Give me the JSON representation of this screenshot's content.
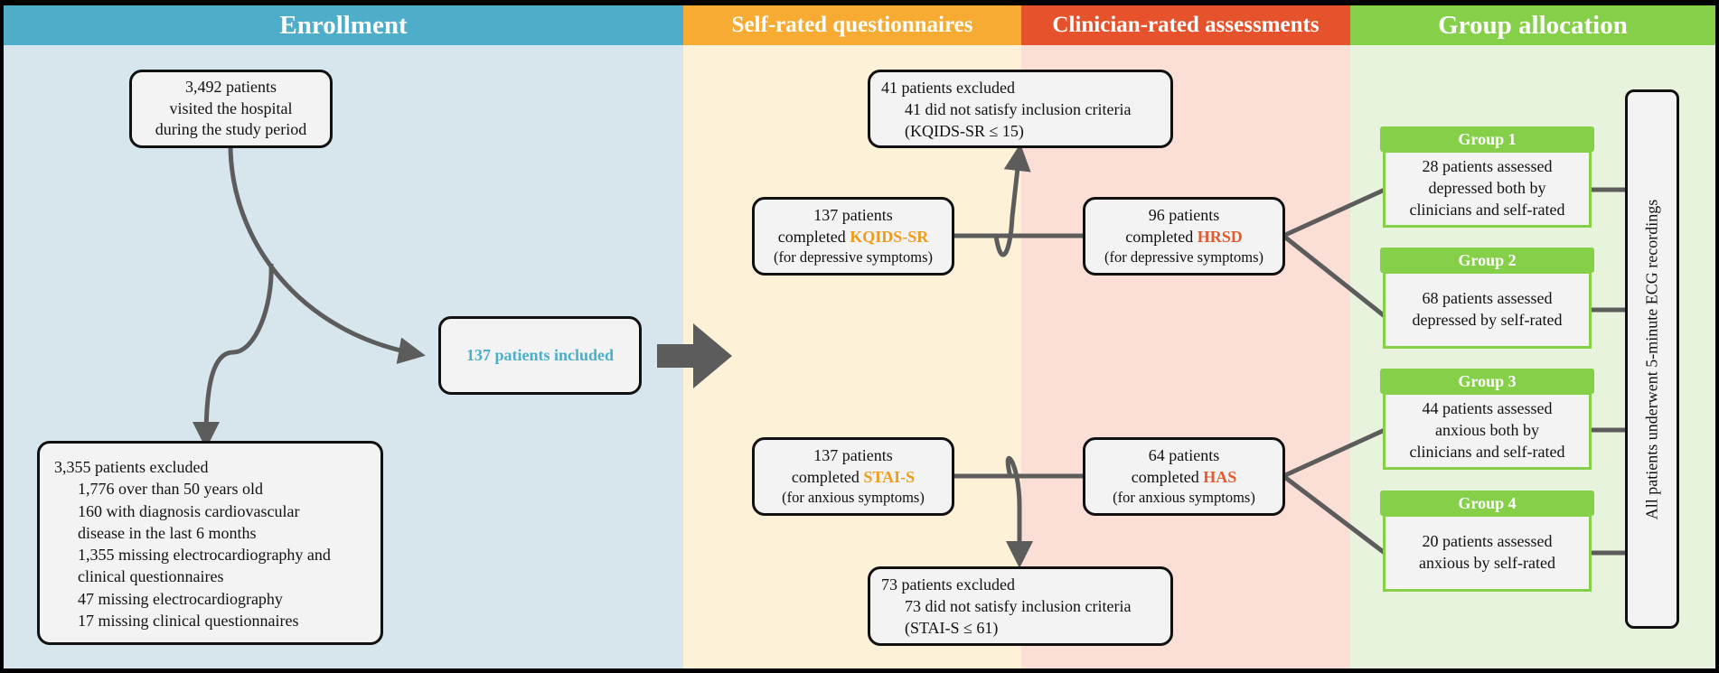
{
  "headers": {
    "enrollment": "Enrollment",
    "self_rated": "Self-rated questionnaires",
    "clinician_rated": "Clinician-rated assessments",
    "group_allocation": "Group allocation"
  },
  "colors": {
    "enrollment": "#4eaec9",
    "self_rated": "#f7ab33",
    "clinician_rated": "#e5522b",
    "group_allocation": "#85cf49"
  },
  "enrollment": {
    "visited": [
      "3,492 patients",
      "visited the hospital",
      "during the study period"
    ],
    "excluded_title": "3,355 patients excluded",
    "excluded_reasons": [
      "1,776 over than 50 years old",
      "160 with diagnosis cardiovascular",
      "disease in the last 6 months",
      "1,355 missing electrocardiography and",
      "clinical questionnaires",
      "47 missing electrocardiography",
      "17 missing clinical questionnaires"
    ],
    "included": "137 patients included"
  },
  "self_rated": {
    "kqids": {
      "line1": "137 patients",
      "prefix": "completed ",
      "scale": "KQIDS-SR",
      "note": "(for depressive symptoms)"
    },
    "stai": {
      "line1": "137 patients",
      "prefix": "completed ",
      "scale": "STAI-S",
      "note": "(for anxious symptoms)"
    },
    "excluded_top": [
      "41 patients excluded",
      "41 did not satisfy inclusion criteria",
      "(KQIDS-SR ≤ 15)"
    ],
    "excluded_bottom": [
      "73 patients excluded",
      "73 did not satisfy inclusion criteria",
      "(STAI-S ≤ 61)"
    ]
  },
  "clinician_rated": {
    "hrsd": {
      "line1": "96 patients",
      "prefix": "completed ",
      "scale": "HRSD",
      "note": "(for depressive symptoms)"
    },
    "has": {
      "line1": "64 patients",
      "prefix": "completed ",
      "scale": "HAS",
      "note": "(for anxious symptoms)"
    }
  },
  "groups": [
    {
      "label": "Group 1",
      "lines": [
        "28 patients assessed",
        "depressed both by",
        "clinicians and self-rated"
      ]
    },
    {
      "label": "Group 2",
      "lines": [
        "68 patients assessed",
        "depressed by self-rated"
      ]
    },
    {
      "label": "Group 3",
      "lines": [
        "44 patients assessed",
        "anxious both by",
        "clinicians and self-rated"
      ]
    },
    {
      "label": "Group 4",
      "lines": [
        "20 patients assessed",
        "anxious by self-rated"
      ]
    }
  ],
  "ecg_note": "All patients underwent 5-minute ECG recordings"
}
